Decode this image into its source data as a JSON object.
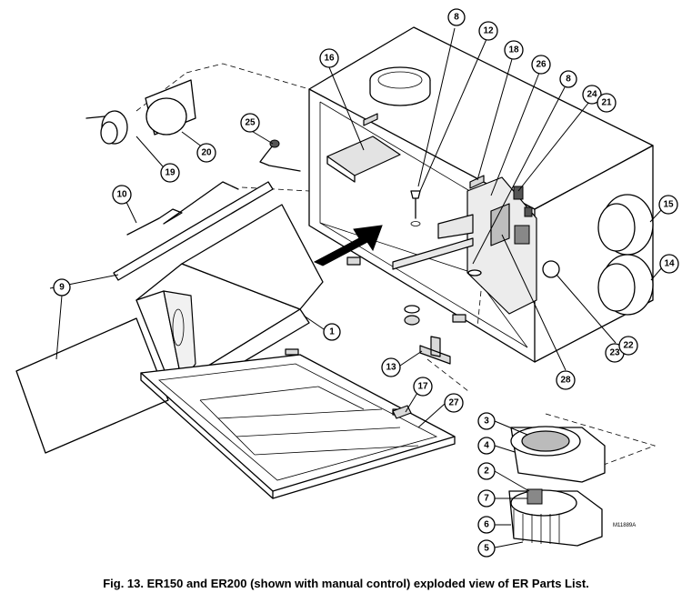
{
  "caption": "Fig. 13. ER150 and ER200 (shown with manual control) exploded view of ER Parts List.",
  "drawing_code": "M11889A",
  "callouts": {
    "c1": "1",
    "c2": "2",
    "c3": "3",
    "c4": "4",
    "c5": "5",
    "c6": "6",
    "c7": "7",
    "c8a": "8",
    "c8b": "8",
    "c9": "9",
    "c10": "10",
    "c12": "12",
    "c13": "13",
    "c14": "14",
    "c15": "15",
    "c16": "16",
    "c17": "17",
    "c18": "18",
    "c19": "19",
    "c20": "20",
    "c21": "21",
    "c22": "22",
    "c23": "23",
    "c24": "24",
    "c25": "25",
    "c26": "26",
    "c27": "27",
    "c28": "28"
  }
}
